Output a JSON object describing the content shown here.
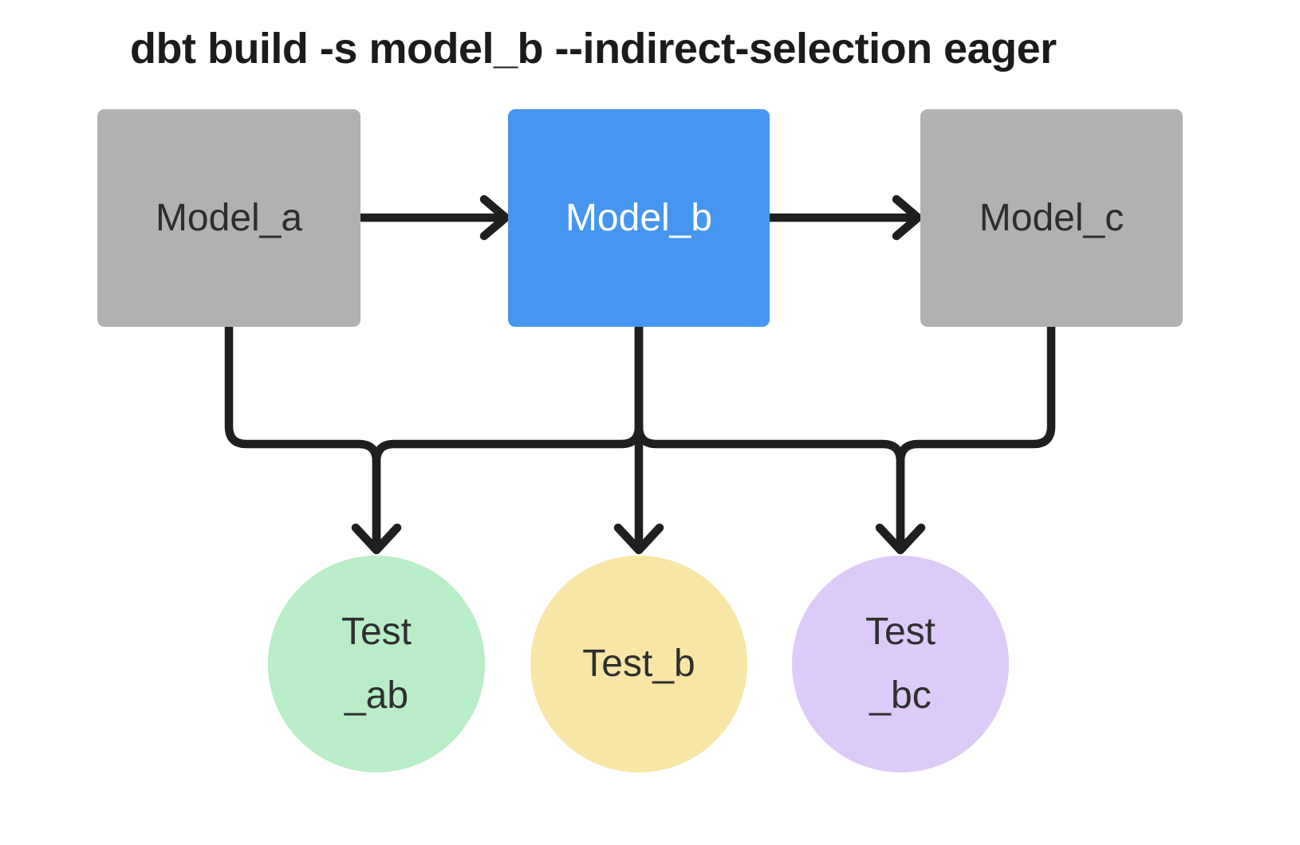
{
  "title": "dbt build -s model_b --indirect-selection eager",
  "nodes": {
    "model_a": {
      "label": "Model_a",
      "type": "model",
      "color": "#b1b1b1",
      "text_color": "#2d2d2d"
    },
    "model_b": {
      "label": "Model_b",
      "type": "model",
      "color": "#4696f1",
      "text_color": "#ffffff"
    },
    "model_c": {
      "label": "Model_c",
      "type": "model",
      "color": "#b1b1b1",
      "text_color": "#2d2d2d"
    },
    "test_ab": {
      "line1": "Test",
      "line2": "_ab",
      "type": "test",
      "color": "#b9edc7"
    },
    "test_b": {
      "line1": "Test_b",
      "line2": "",
      "type": "test",
      "color": "#f8e6a7"
    },
    "test_bc": {
      "line1": "Test",
      "line2": "_bc",
      "type": "test",
      "color": "#dccbf8"
    }
  },
  "edges": [
    "model_a → model_b",
    "model_b → model_c",
    "model_a → test_ab",
    "model_b → test_ab",
    "model_b → test_b",
    "model_b → test_bc",
    "model_c → test_bc"
  ],
  "colors": {
    "background": "#ffffff",
    "edge": "#1f1f1f",
    "title_text": "#1b1b1b"
  }
}
